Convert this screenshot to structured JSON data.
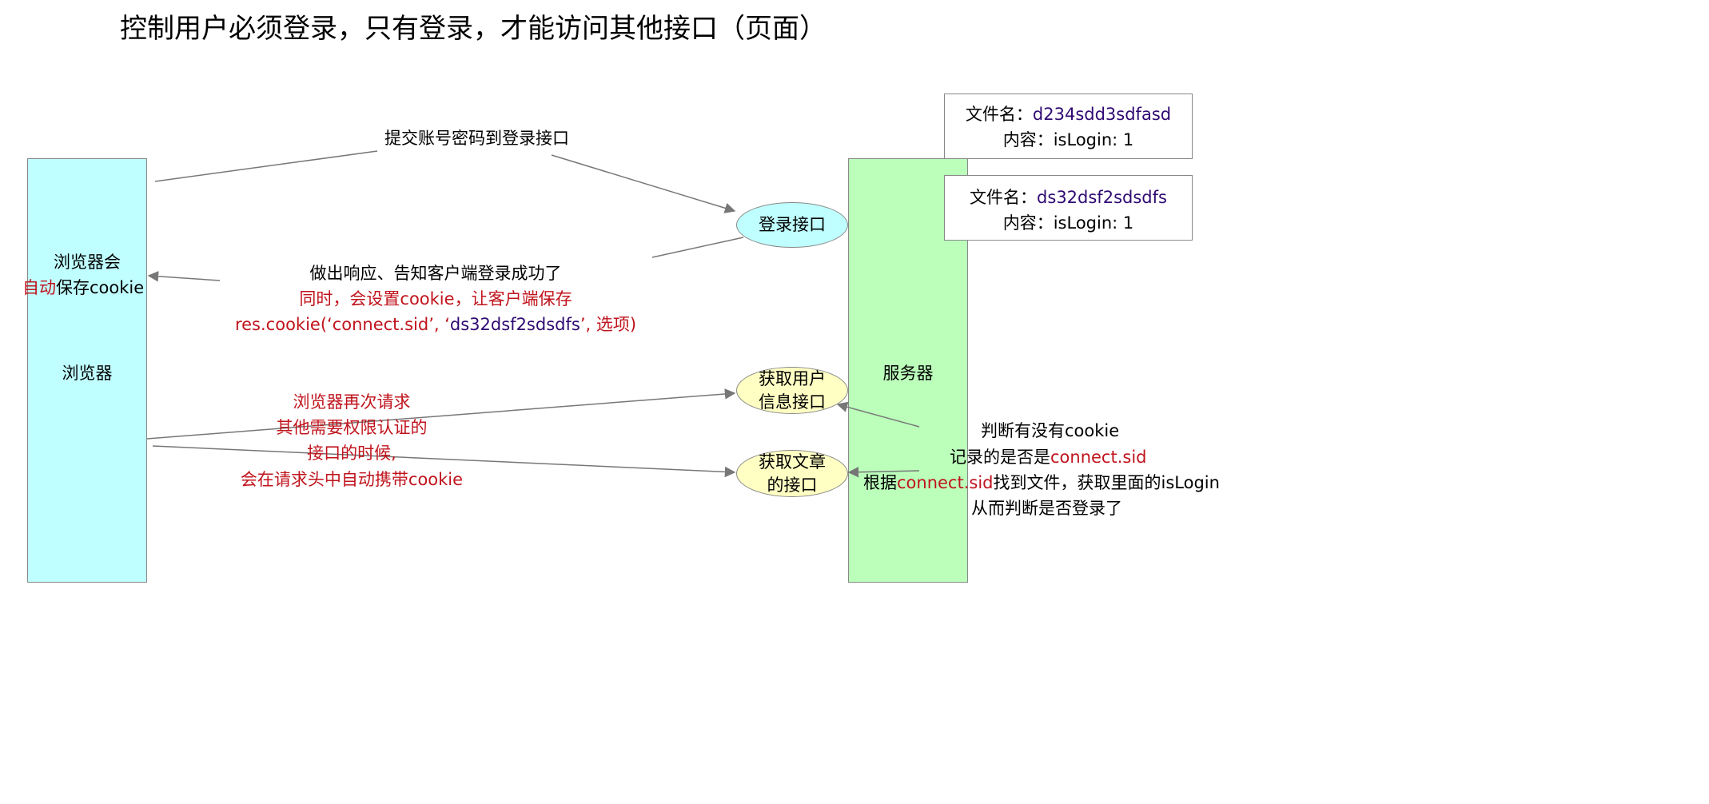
{
  "title": "控制用户必须登录，只有登录，才能访问其他接口（页面）",
  "browser": {
    "label": "浏览器",
    "note_line1": "浏览器会",
    "note_line2_red": "自动",
    "note_line2_rest": "保存cookie"
  },
  "server": {
    "label": "服务器"
  },
  "files": [
    {
      "name_label": "文件名：",
      "name_value": "d234sdd3sdfasd",
      "content": "内容：isLogin: 1"
    },
    {
      "name_label": "文件名：",
      "name_value": "ds32dsf2sdsdfs",
      "content": "内容：isLogin: 1"
    }
  ],
  "interfaces": {
    "login": "登录接口",
    "user_info_line1": "获取用户",
    "user_info_line2": "信息接口",
    "article_line1": "获取文章",
    "article_line2": "的接口"
  },
  "labels": {
    "submit": "提交账号密码到登录接口",
    "response_line1": "做出响应、告知客户端登录成功了",
    "response_line2": "同时，会设置cookie，让客户端保存",
    "response_line3_a": "res.cookie(‘connect.sid’, ‘",
    "response_line3_b": "ds32dsf2sdsdfs",
    "response_line3_c": "’, 选项)",
    "request_line1": "浏览器再次请求",
    "request_line2": "其他需要权限认证的",
    "request_line3": "接口的时候,",
    "request_line4": "会在请求头中自动携带cookie",
    "judge_line1": "判断有没有cookie",
    "judge_line2_a": "记录的是否是",
    "judge_line2_b": "connect.sid",
    "judge_line3_a": "根据",
    "judge_line3_b": "connect.sid",
    "judge_line3_c": "找到文件，获取里面的isLogin",
    "judge_line4": "从而判断是否登录了"
  },
  "colors": {
    "browser_fill": "#c0ffff",
    "server_fill": "#bbffbb",
    "interface_fill": "#ffffc4",
    "accent_red": "#c0141d",
    "accent_purple": "#2f0a73",
    "arrow": "#777777"
  }
}
